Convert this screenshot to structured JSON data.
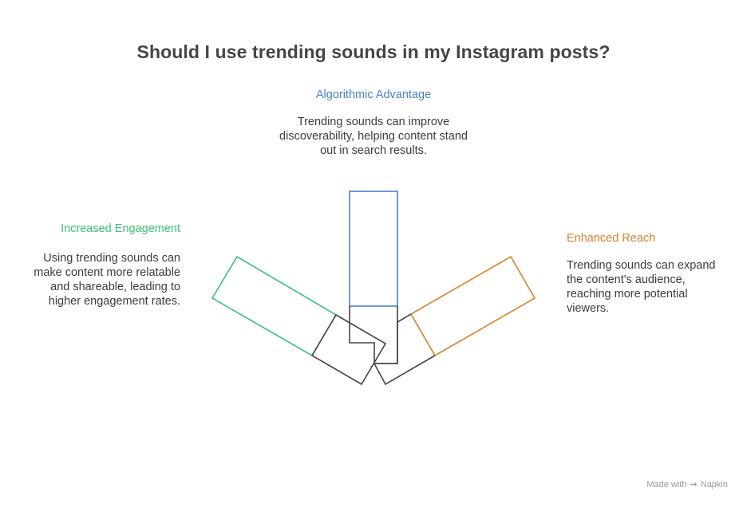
{
  "title": "Should I use trending sounds in my Instagram posts?",
  "items": [
    {
      "heading": "Algorithmic Advantage",
      "description": "Trending sounds can improve discoverability, helping content stand out in search results.",
      "color": "#4a7fcc"
    },
    {
      "heading": "Increased Engagement",
      "description": "Using trending sounds can make content more relatable and shareable, leading to higher engagement rates.",
      "color": "#3cc07a"
    },
    {
      "heading": "Enhanced Reach",
      "description": "Trending sounds can expand the content's audience, reaching more potential viewers.",
      "color": "#d9822b"
    }
  ],
  "footer": {
    "made_with": "Made with",
    "brand": "Napkin",
    "brand_icon": "napkin-logo-icon"
  }
}
